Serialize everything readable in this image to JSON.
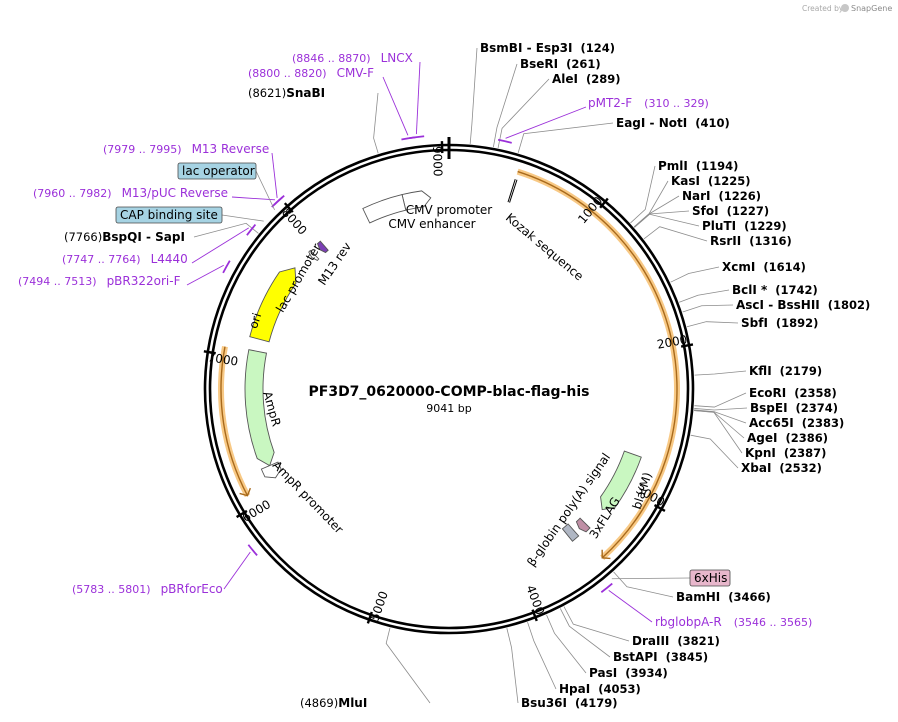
{
  "credit": {
    "prefix": "Created by",
    "brand": "SnapGene"
  },
  "plasmid": {
    "name": "PF3D7_0620000-COMP-blac-flag-his",
    "size_label": "9041 bp",
    "length": 9041
  },
  "ticks": [
    {
      "pos": 1000,
      "label": "1000"
    },
    {
      "pos": 2000,
      "label": "2000"
    },
    {
      "pos": 3000,
      "label": "3000"
    },
    {
      "pos": 4000,
      "label": "4000"
    },
    {
      "pos": 5000,
      "label": "5000"
    },
    {
      "pos": 6000,
      "label": "6000"
    },
    {
      "pos": 7000,
      "label": "7000"
    },
    {
      "pos": 8000,
      "label": "8000"
    },
    {
      "pos": 9000,
      "label": "9000"
    }
  ],
  "sites_right": [
    {
      "names": [
        "BsmBI",
        "Esp3I"
      ],
      "pos": 124,
      "label_pos": "(124)"
    },
    {
      "names": [
        "BseRI"
      ],
      "pos": 261,
      "label_pos": "(261)"
    },
    {
      "names": [
        "AleI"
      ],
      "pos": 289,
      "label_pos": "(289)"
    },
    {
      "names": [
        "EagI",
        "NotI"
      ],
      "pos": 410,
      "label_pos": "(410)"
    },
    {
      "names": [
        "PmlI"
      ],
      "pos": 1194,
      "label_pos": "(1194)"
    },
    {
      "names": [
        "KasI"
      ],
      "pos": 1225,
      "label_pos": "(1225)"
    },
    {
      "names": [
        "NarI"
      ],
      "pos": 1226,
      "label_pos": "(1226)"
    },
    {
      "names": [
        "SfoI"
      ],
      "pos": 1227,
      "label_pos": "(1227)"
    },
    {
      "names": [
        "PluTI"
      ],
      "pos": 1229,
      "label_pos": "(1229)"
    },
    {
      "names": [
        "RsrII"
      ],
      "pos": 1316,
      "label_pos": "(1316)"
    },
    {
      "names": [
        "XcmI"
      ],
      "pos": 1614,
      "label_pos": "(1614)"
    },
    {
      "names": [
        "BclI *"
      ],
      "pos": 1742,
      "label_pos": "(1742)"
    },
    {
      "names": [
        "AscI",
        "BssHII"
      ],
      "pos": 1802,
      "label_pos": "(1802)"
    },
    {
      "names": [
        "SbfI"
      ],
      "pos": 1892,
      "label_pos": "(1892)"
    },
    {
      "names": [
        "KflI"
      ],
      "pos": 2179,
      "label_pos": "(2179)"
    },
    {
      "names": [
        "EcoRI"
      ],
      "pos": 2358,
      "label_pos": "(2358)"
    },
    {
      "names": [
        "BspEI"
      ],
      "pos": 2374,
      "label_pos": "(2374)"
    },
    {
      "names": [
        "Acc65I"
      ],
      "pos": 2383,
      "label_pos": "(2383)"
    },
    {
      "names": [
        "AgeI"
      ],
      "pos": 2386,
      "label_pos": "(2386)"
    },
    {
      "names": [
        "KpnI"
      ],
      "pos": 2387,
      "label_pos": "(2387)"
    },
    {
      "names": [
        "XbaI"
      ],
      "pos": 2532,
      "label_pos": "(2532)"
    },
    {
      "names": [
        "BamHI"
      ],
      "pos": 3466,
      "label_pos": "(3466)"
    },
    {
      "names": [
        "DraIII"
      ],
      "pos": 3821,
      "label_pos": "(3821)"
    },
    {
      "names": [
        "BstAPI"
      ],
      "pos": 3845,
      "label_pos": "(3845)"
    },
    {
      "names": [
        "PasI"
      ],
      "pos": 3934,
      "label_pos": "(3934)"
    },
    {
      "names": [
        "HpaI"
      ],
      "pos": 4053,
      "label_pos": "(4053)"
    },
    {
      "names": [
        "Bsu36I"
      ],
      "pos": 4179,
      "label_pos": "(4179)"
    }
  ],
  "sites_left": [
    {
      "names": [
        "MluI"
      ],
      "pos": 4869,
      "label_pos": "(4869)"
    },
    {
      "names": [
        "BspQI",
        "SapI"
      ],
      "pos": 7766,
      "label_pos": "(7766)"
    },
    {
      "names": [
        "SnaBI"
      ],
      "pos": 8621,
      "label_pos": "(8621)"
    }
  ],
  "primers": [
    {
      "name": "LNCX",
      "range": "(8846 .. 8870)",
      "start": 8846,
      "end": 8870
    },
    {
      "name": "CMV-F",
      "range": "(8800 .. 8820)",
      "start": 8800,
      "end": 8820
    },
    {
      "name": "M13 Reverse",
      "range": "(7979 .. 7995)",
      "start": 7979,
      "end": 7995
    },
    {
      "name": "M13/pUC Reverse",
      "range": "(7960 .. 7982)",
      "start": 7960,
      "end": 7982
    },
    {
      "name": "L4440",
      "range": "(7747 .. 7764)",
      "start": 7747,
      "end": 7764
    },
    {
      "name": "pBR322ori-F",
      "range": "(7494 .. 7513)",
      "start": 7494,
      "end": 7513
    },
    {
      "name": "pMT2-F",
      "range": "(310 .. 329)",
      "start": 310,
      "end": 329
    },
    {
      "name": "rbglobpA-R",
      "range": "(3546 .. 3565)",
      "start": 3546,
      "end": 3565
    },
    {
      "name": "pBRforEco",
      "range": "(5783 .. 5801)",
      "start": 5783,
      "end": 5801
    }
  ],
  "boxed_features": [
    {
      "label": "lac operator",
      "color": "#a6d3e3"
    },
    {
      "label": "CAP binding site",
      "color": "#a6d3e3"
    },
    {
      "label": "6xHis",
      "color": "#e8b7cc"
    }
  ],
  "features": [
    {
      "label": "CMV promoter",
      "start": 8700,
      "end": 8904,
      "color": "#ffffff"
    },
    {
      "label": "CMV enhancer",
      "start": 8400,
      "end": 8700,
      "color": "#ffffff"
    },
    {
      "label": "Kozak sequence",
      "start": 440,
      "end": 452,
      "color": "#ffffff"
    },
    {
      "label": "bla(M)",
      "start": 2750,
      "end": 3220,
      "color": "#c9f7c1"
    },
    {
      "label": "3xFLAG",
      "start": 3380,
      "end": 3440,
      "color": "#bf8fa5"
    },
    {
      "label": "β-globin poly(A) signal",
      "start": 3480,
      "end": 3540,
      "color": "#b0b7c4"
    },
    {
      "label": "AmpR",
      "start": 6200,
      "end": 7060,
      "color": "#c9f7c1"
    },
    {
      "label": "AmpR promoter",
      "start": 6100,
      "end": 6200,
      "color": "#ffffff"
    },
    {
      "label": "ori",
      "start": 7150,
      "end": 7740,
      "color": "#ffff00"
    },
    {
      "label": "lac promoter",
      "start": 7880,
      "end": 7910,
      "color": "#ffffff"
    },
    {
      "label": "M13 rev",
      "start": 7965,
      "end": 8010,
      "color": "#7b3fb5"
    }
  ],
  "colors": {
    "backbone": "#000000",
    "orf_highlight": "#f5b75c",
    "primer": "#9b30d9",
    "leader_line": "#8c8c8c"
  }
}
